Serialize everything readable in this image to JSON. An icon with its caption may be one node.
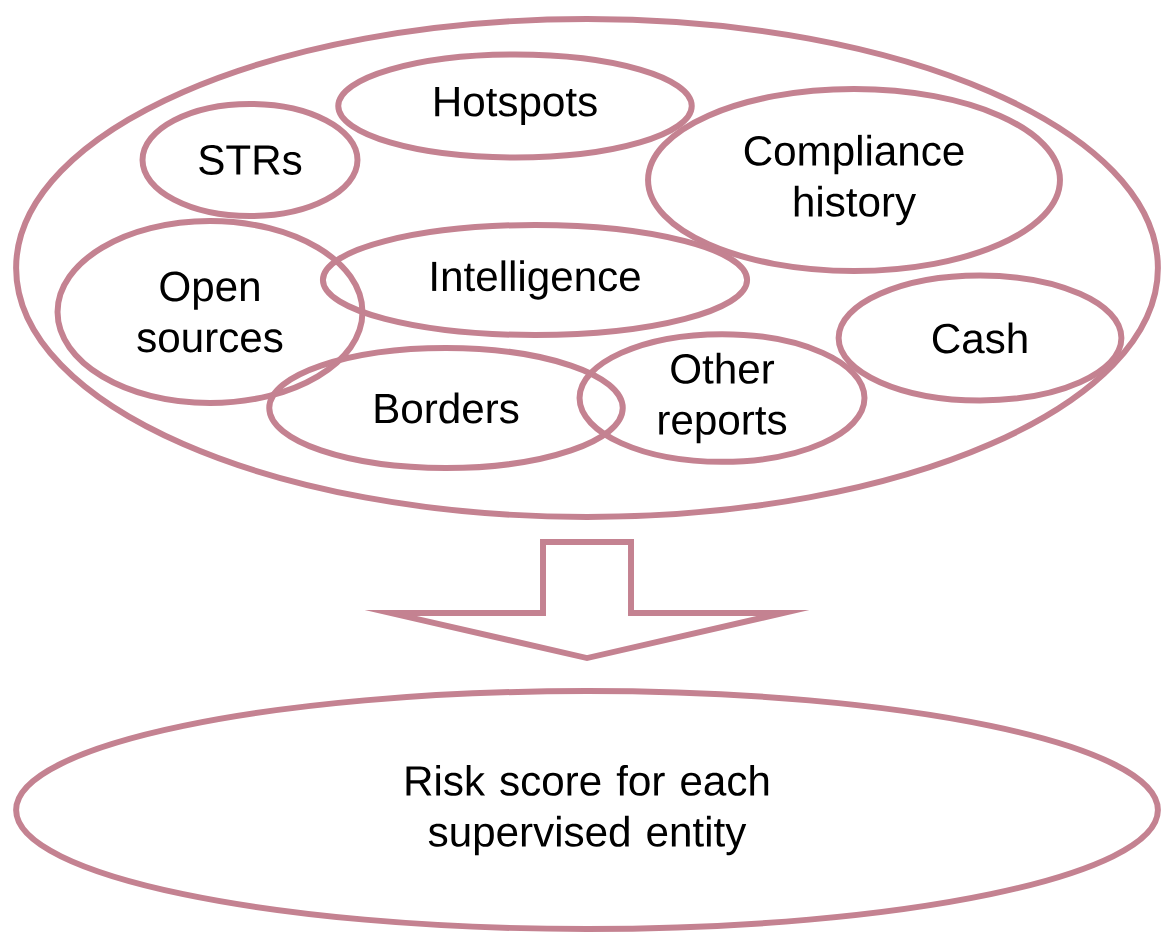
{
  "diagram": {
    "nodes": [
      {
        "text": [],
        "shape": "ellipse"
      },
      {
        "text": [
          "Hotspots"
        ],
        "in": 0
      },
      {
        "text": [
          "STRs"
        ],
        "in": 0
      },
      {
        "text": [
          "Compliance history"
        ],
        "in": 0
      },
      {
        "text": [
          "Open sources"
        ],
        "in": 0
      },
      {
        "text": [
          "Intelligence"
        ],
        "in": 0
      },
      {
        "text": [
          "Cash"
        ],
        "in": 0
      },
      {
        "text": [
          "Borders"
        ],
        "in": 0
      },
      {
        "text": [
          "Other reports"
        ],
        "in": 0
      },
      {
        "text": [
          "Risk score for each supervised entity"
        ]
      }
    ],
    "edges": [
      {
        "from": 0,
        "to": 9,
        "arrow": "to"
      }
    ]
  }
}
